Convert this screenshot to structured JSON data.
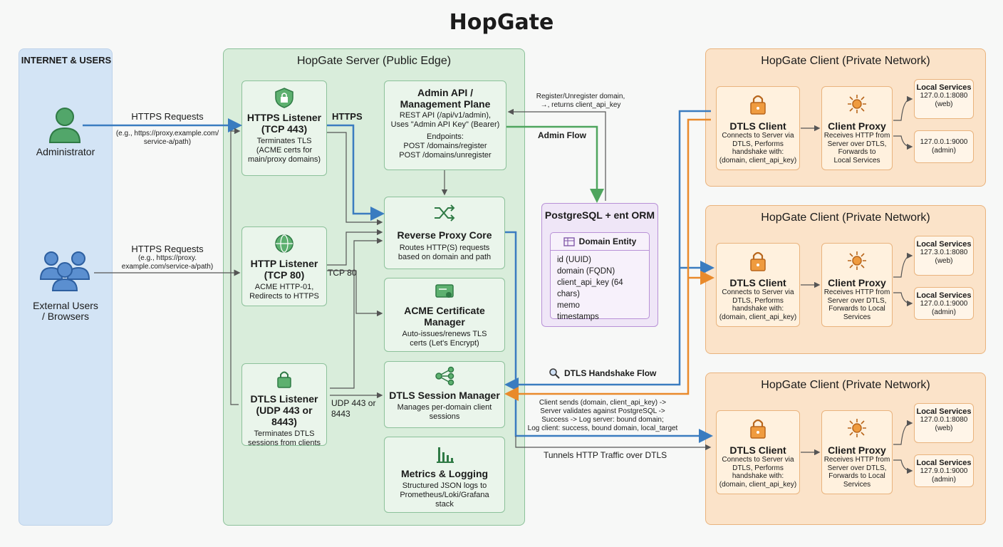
{
  "title": "HopGate",
  "internet": {
    "title": "INTERNET & USERS",
    "admin_label": "Administrator",
    "users_label_1": "External Users",
    "users_label_2": "/ Browsers",
    "req1_title": "HTTPS Requests",
    "req1_example_1": "(e.g., https://proxy.example.com/",
    "req1_example_2": "service-a/path)",
    "req2_title": "HTTPS Requests",
    "req2_example_1": "(e.g., https://proxy.",
    "req2_example_2": "example.com/service-a/path)"
  },
  "server": {
    "title": "HopGate Server (Public Edge)",
    "https_listener": {
      "title_1": "HTTPS Listener",
      "title_2": "(TCP 443)",
      "desc_1": "Terminates TLS",
      "desc_2": "(ACME certs for",
      "desc_3": "main/proxy domains)"
    },
    "http_listener": {
      "title_1": "HTTP Listener",
      "title_2": "(TCP 80)",
      "desc_1": "ACME HTTP-01,",
      "desc_2": "Redirects to HTTPS"
    },
    "dtls_listener": {
      "title_1": "DTLS Listener",
      "title_2": "(UDP 443 or 8443)",
      "desc_1": "Terminates DTLS",
      "desc_2": "sessions from clients"
    },
    "admin_api": {
      "title_1": "Admin API /",
      "title_2": "Management Plane",
      "desc_1": "REST API (/api/v1/admin),",
      "desc_2": "Uses \"Admin API Key\" (Bearer)",
      "desc_3": "Endpoints:",
      "desc_4": "POST /domains/register",
      "desc_5": "POST /domains/unregister"
    },
    "reverse_proxy": {
      "title": "Reverse Proxy Core",
      "desc_1": "Routes HTTP(S) requests",
      "desc_2": "based on domain and path"
    },
    "acme": {
      "title_1": "ACME Certificate",
      "title_2": "Manager",
      "desc_1": "Auto-issues/renews TLS",
      "desc_2": "certs (Let's Encrypt)"
    },
    "dtls_session": {
      "title": "DTLS Session Manager",
      "desc_1": "Manages per-domain client",
      "desc_2": "sessions"
    },
    "metrics": {
      "title": "Metrics & Logging",
      "desc_1": "Structured JSON logs to",
      "desc_2": "Prometheus/Loki/Grafana",
      "desc_3": "stack"
    },
    "label_https": "HTTPS",
    "label_tcp80": "TCP 80",
    "label_udp_1": "UDP 443 or",
    "label_udp_2": "8443"
  },
  "middle": {
    "register_1": "Register/Unregister domain,",
    "register_2": "→, returns client_api_key",
    "admin_flow": "Admin Flow",
    "dtls_handshake_flow": "DTLS Handshake Flow",
    "handshake_1": "Client sends (domain, client_api_key) ->",
    "handshake_2": "Server validates against PostgreSQL ->",
    "handshake_3": "Success -> Log server: bound domain;",
    "handshake_4": "Log client: success, bound domain, local_target",
    "tunnels": "Tunnels HTTP Traffic over DTLS"
  },
  "db": {
    "title": "PostgreSQL + ent ORM",
    "entity_title": "Domain Entity",
    "fields": [
      "id (UUID)",
      "domain (FQDN)",
      "client_api_key (64 chars)",
      "memo",
      "timestamps"
    ]
  },
  "clients": [
    {
      "title": "HopGate Client (Private Network)",
      "dtls": {
        "title": "DTLS Client",
        "lines": [
          "Connects to Server via",
          "DTLS, Performs",
          "handshake with:",
          "(domain, client_api_key)"
        ]
      },
      "proxy": {
        "title": "Client Proxy",
        "lines": [
          "Receives HTTP from",
          "Server over DTLS,",
          "Forwards to",
          "Local Services"
        ]
      },
      "services": [
        {
          "title": "Local Services",
          "lines": [
            "127.0.0.1:8080",
            "(web)"
          ]
        },
        {
          "title": "",
          "lines": [
            "127.0.0.1:9000",
            "(admin)"
          ]
        }
      ]
    },
    {
      "title": "HopGate Client (Private Network)",
      "dtls": {
        "title": "DTLS Client",
        "lines": [
          "Connects to Server via",
          "DTLS, Performs",
          "handshake with:",
          "(domain, client_api_key)"
        ]
      },
      "proxy": {
        "title": "Client Proxy",
        "lines": [
          "Receives HTTP from",
          "Server over DTLS,",
          "Forwards to Local",
          "Services"
        ]
      },
      "services": [
        {
          "title": "Local Services",
          "lines": [
            "127.3.0.1:8080",
            "(web)"
          ]
        },
        {
          "title": "Local Services",
          "lines": [
            "127.0.0.1:9000",
            "(admin)"
          ]
        }
      ]
    },
    {
      "title": "HopGate Client (Private Network)",
      "dtls": {
        "title": "DTLS Client",
        "lines": [
          "Connects to Server via",
          "DTLS, Performs",
          "handshake with:",
          "(domain, client_api_key)"
        ]
      },
      "proxy": {
        "title": "Client Proxy",
        "lines": [
          "Receives HTTP from",
          "Server over DTLS,",
          "Forwards to Local",
          "Services"
        ]
      },
      "services": [
        {
          "title": "Local Services",
          "lines": [
            "127.0.0.1:8080",
            "(web)"
          ]
        },
        {
          "title": "Local Services",
          "lines": [
            "127.9.0.1:9000",
            "(admin)"
          ]
        }
      ]
    }
  ],
  "colors": {
    "blue": "#3a7cc0",
    "green": "#4fa55e",
    "orange": "#e98a2b",
    "gray": "#555555"
  },
  "icons": [
    "person-icon",
    "users-group-icon",
    "shield-lock-icon",
    "globe-icon",
    "padlock-icon",
    "shuffle-icon",
    "certificate-icon",
    "share-nodes-icon",
    "bar-chart-icon",
    "table-icon",
    "magnifier-icon",
    "network-hub-icon"
  ]
}
